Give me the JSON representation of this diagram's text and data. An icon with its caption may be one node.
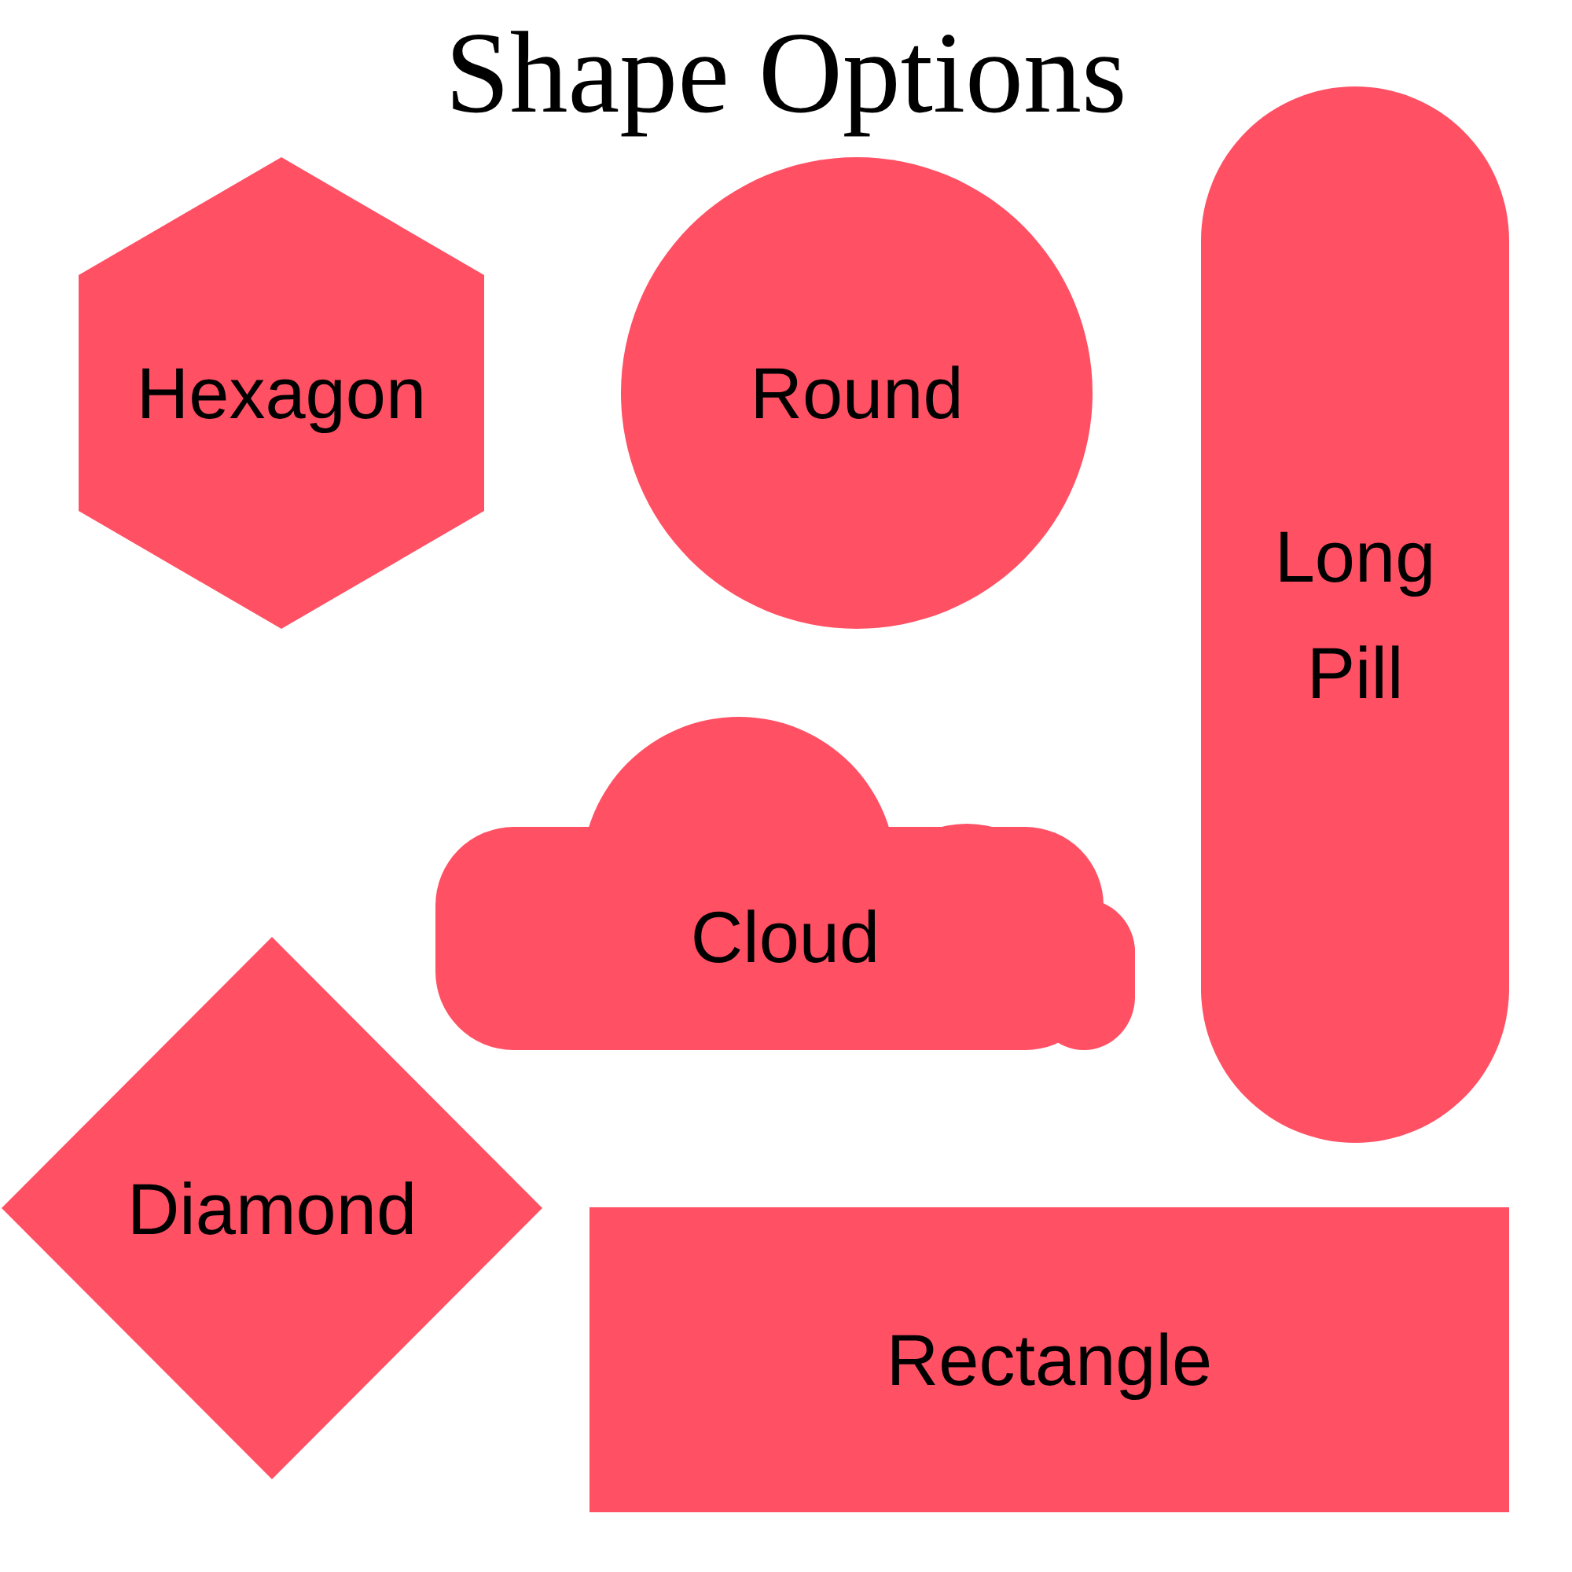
{
  "diagram": {
    "title": "Shape Options",
    "nodes": [
      {
        "text": [
          "Hexagon"
        ]
      },
      {
        "text": [
          "Round"
        ]
      },
      {
        "text": [
          "Long Pill"
        ]
      },
      {
        "text": [
          "Cloud"
        ]
      },
      {
        "text": [
          "Diamond"
        ]
      },
      {
        "text": [
          "Rectangle"
        ]
      }
    ]
  }
}
